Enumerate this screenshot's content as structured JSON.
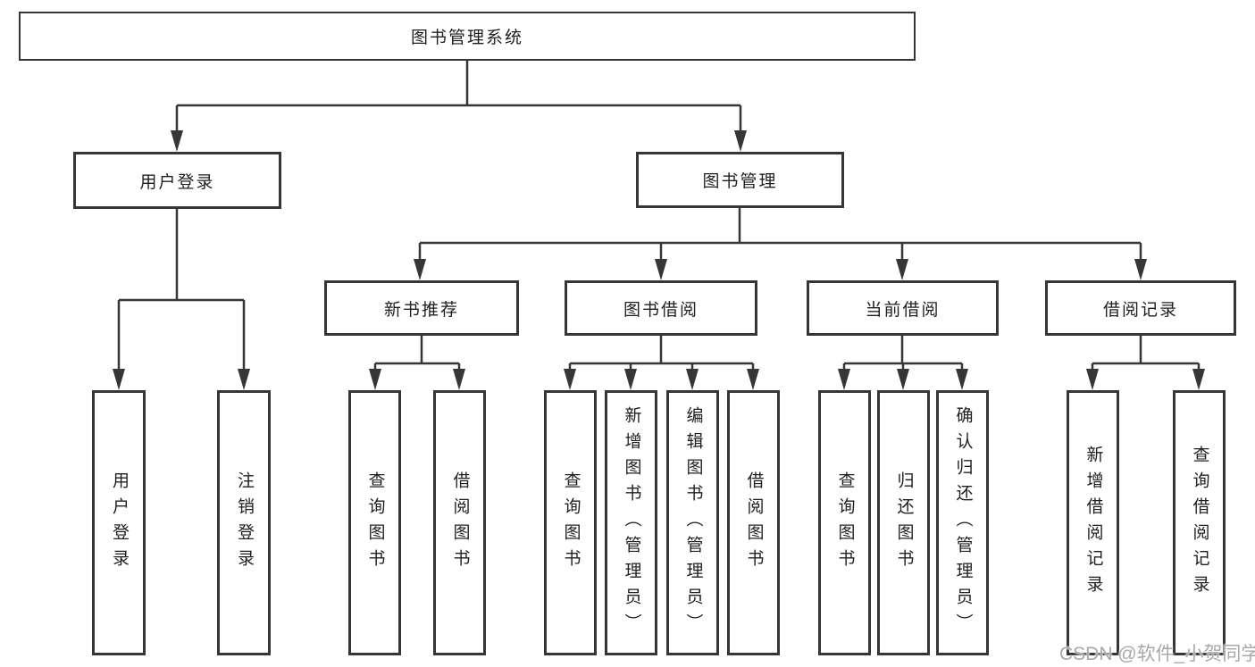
{
  "diagram": {
    "root": "图书管理系统",
    "user_login": {
      "label": "用户登录",
      "children": [
        "用户登录",
        "注销登录"
      ]
    },
    "book_mgmt": {
      "label": "图书管理",
      "groups": [
        {
          "label": "新书推荐",
          "children": [
            "查询图书",
            "借阅图书"
          ]
        },
        {
          "label": "图书借阅",
          "children": [
            "查询图书",
            "新增图书（管理员）",
            "编辑图书（管理员）",
            "借阅图书"
          ]
        },
        {
          "label": "当前借阅",
          "children": [
            "查询图书",
            "归还图书",
            "确认归还（管理员）"
          ]
        },
        {
          "label": "借阅记录",
          "children": [
            "新增借阅记录",
            "查询借阅记录"
          ]
        }
      ]
    }
  },
  "watermark": "CSDN @软件_小贺同学",
  "colors": {
    "line": "#363636",
    "border": "#363636",
    "text": "#1f1f1f",
    "watermark": "#a9a9a9",
    "background": "#ffffff"
  }
}
